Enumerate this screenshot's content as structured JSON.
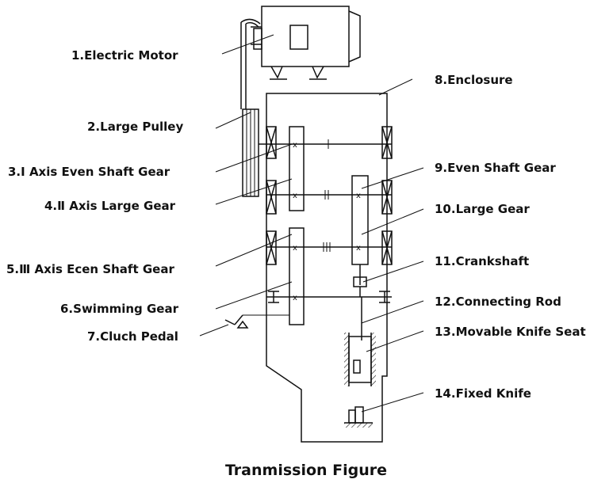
{
  "title": "Tranmission Figure",
  "labels": {
    "motor": "1.Electric Motor",
    "pulley": "2.Large Pulley",
    "axis1": "3.Ⅰ Axis Even Shaft Gear",
    "axis2": "4.Ⅱ Axis Large Gear",
    "axis3": "5.Ⅲ Axis Ecen Shaft Gear",
    "swimming": "6.Swimming Gear",
    "pedal": "7.Cluch Pedal",
    "enclosure": "8.Enclosure",
    "even_gear": "9.Even Shaft Gear",
    "large_gear": "10.Large Gear",
    "crankshaft": "11.Crankshaft",
    "rod": "12.Connecting Rod",
    "movable_knife": "13.Movable Knife Seat",
    "fixed_knife": "14.Fixed Knife"
  },
  "shaft_marks": {
    "one": "I",
    "two": "II",
    "three": "III"
  }
}
